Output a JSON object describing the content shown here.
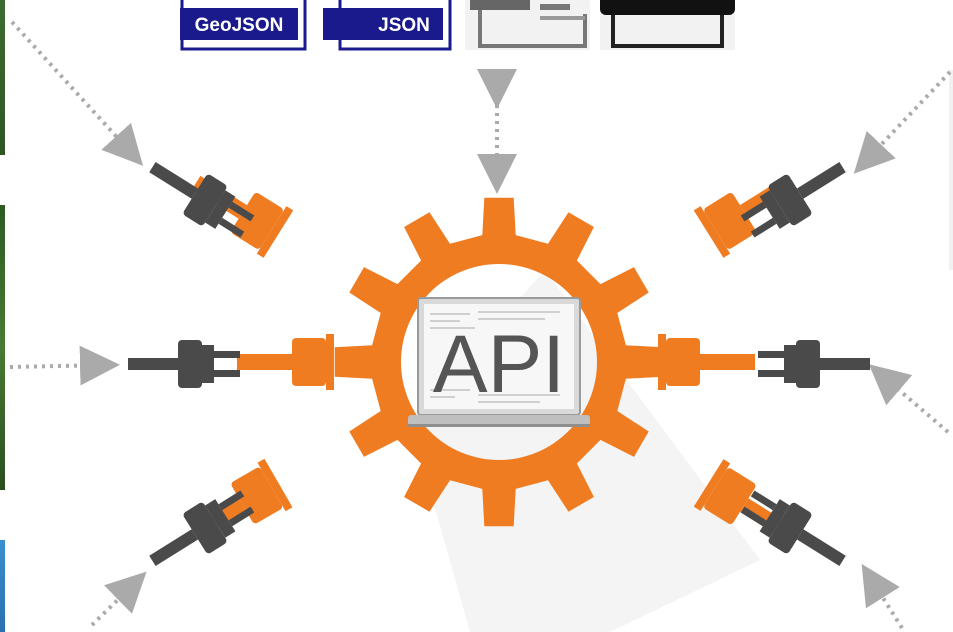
{
  "center_label": "API",
  "formats": [
    {
      "label": "GeoJSON",
      "icon": "geojson-file-icon"
    },
    {
      "label": "JSON",
      "icon": "json-file-icon"
    },
    {
      "label": "",
      "icon": "xls-file-icon"
    },
    {
      "label": "",
      "icon": "csv-file-icon"
    }
  ],
  "plugs": {
    "left": [
      "upper",
      "middle",
      "lower"
    ],
    "right": [
      "upper",
      "middle",
      "lower"
    ]
  },
  "colors": {
    "gear": "#F07C22",
    "plug": "#4A4A4A",
    "arrow": "#AAAAAA",
    "badge": "#1A1A8C"
  }
}
